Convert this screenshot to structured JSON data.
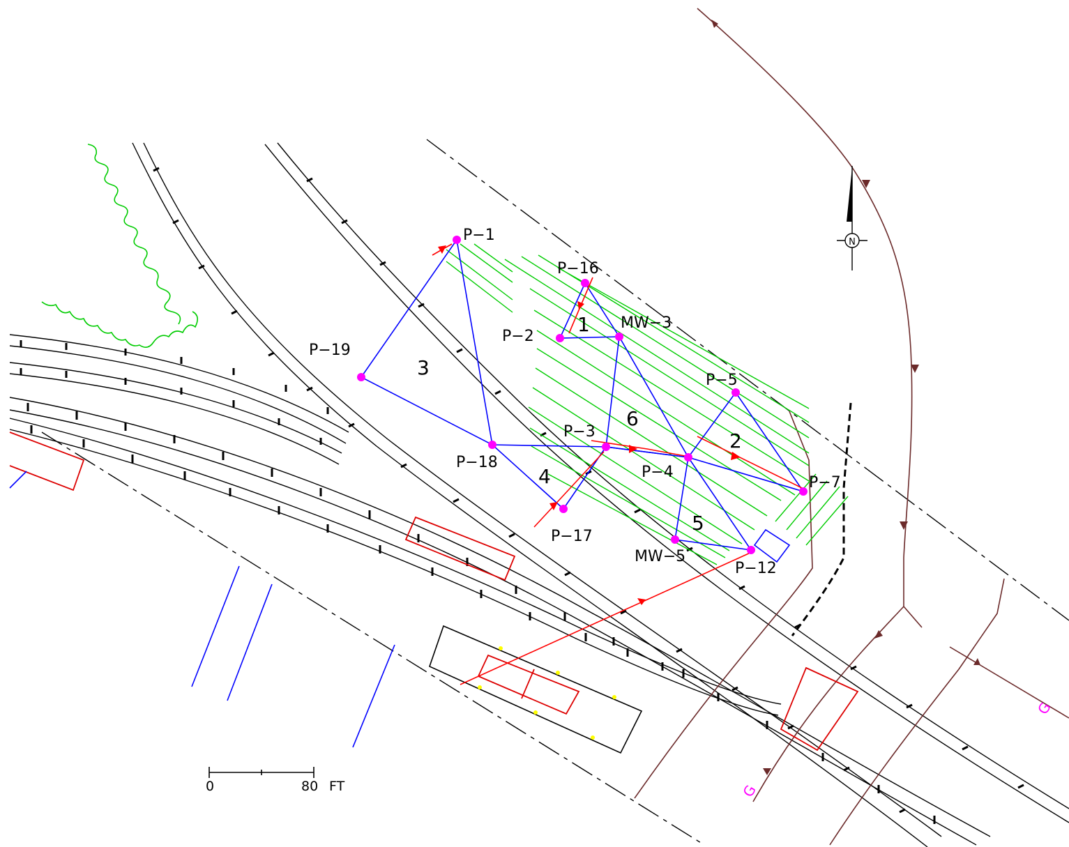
{
  "colors": {
    "triangulation": "#0000ff",
    "sample_point": "#ff00ff",
    "flow_arrow": "#ff0000",
    "hatch": "#00cc00",
    "vegetation": "#00cc00",
    "rail": "#000000",
    "utility": "#6b2a2a",
    "structure": "#dd0000",
    "blue_line": "#0000ff"
  },
  "points": [
    {
      "id": "P-1",
      "label": "P−1"
    },
    {
      "id": "P-16",
      "label": "P−16"
    },
    {
      "id": "P-2",
      "label": "P−2"
    },
    {
      "id": "MW-3",
      "label": "MW−3"
    },
    {
      "id": "P-19",
      "label": "P−19"
    },
    {
      "id": "P-5",
      "label": "P−5"
    },
    {
      "id": "P-3",
      "label": "P−3"
    },
    {
      "id": "P-18",
      "label": "P−18"
    },
    {
      "id": "P-4",
      "label": "P−4"
    },
    {
      "id": "P-7",
      "label": "P−7"
    },
    {
      "id": "P-17",
      "label": "P−17"
    },
    {
      "id": "MW-5",
      "label": "MW−5"
    },
    {
      "id": "P-12",
      "label": "P−12"
    }
  ],
  "triangles": [
    "1",
    "2",
    "3",
    "4",
    "5",
    "6"
  ],
  "scale": {
    "start": "0",
    "end": "80",
    "unit": "FT"
  },
  "north_arrow": {
    "letter": "N",
    "icon": "north-arrow-icon"
  },
  "utility_marks": [
    "G",
    "G"
  ]
}
